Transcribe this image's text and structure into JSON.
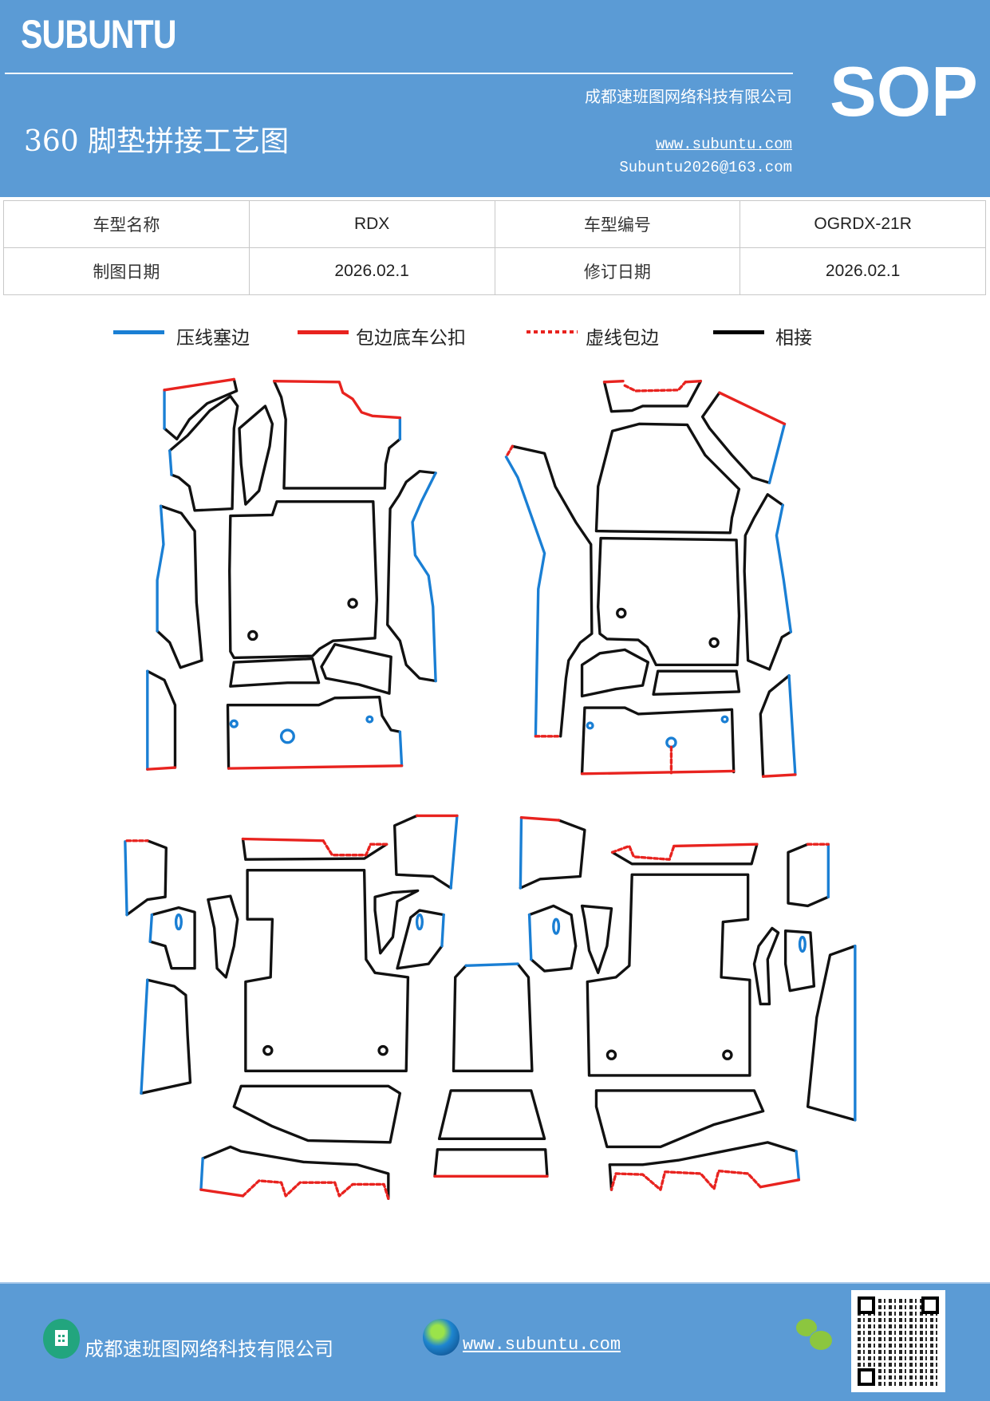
{
  "header": {
    "logo": "SUBUNTU",
    "badge": "SOP",
    "title": "360 脚垫拼接工艺图",
    "company": "成都速班图网络科技有限公司",
    "website": "www.subuntu.com",
    "email": "Subuntu2026@163.com"
  },
  "info_table": {
    "rows": [
      {
        "label1": "车型名称",
        "value1": "RDX",
        "label2": "车型编号",
        "value2": "OGRDX-21R"
      },
      {
        "label1": "制图日期",
        "value1": "2026.02.1",
        "label2": "修订日期",
        "value2": "2026.02.1"
      }
    ]
  },
  "legend": [
    {
      "label": "压线塞边",
      "color": "#1a7fd4",
      "style": "solid"
    },
    {
      "label": "包边底车公扣",
      "color": "#e8231f",
      "style": "solid"
    },
    {
      "label": "虚线包边",
      "color": "#e8231f",
      "style": "dotted"
    },
    {
      "label": "相接",
      "color": "#000000",
      "style": "solid"
    }
  ],
  "footer": {
    "company": "成都速班图网络科技有限公司",
    "website": "www.subuntu.com",
    "icons": [
      "building-icon",
      "globe-icon",
      "wechat-icon",
      "qr-code"
    ]
  },
  "colors": {
    "header_bg": "#5b9bd5",
    "blue_edge": "#1a7fd4",
    "red_edge": "#e8231f",
    "black_edge": "#111111"
  }
}
